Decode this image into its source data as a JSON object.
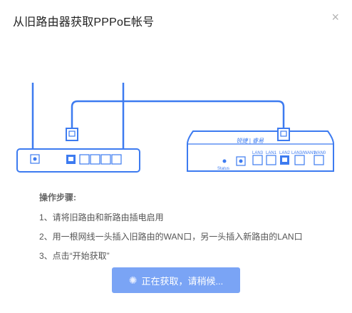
{
  "dialog": {
    "title": "从旧路由器获取PPPoE帐号",
    "close_icon": "close-icon",
    "close_glyph": "×"
  },
  "illustration": {
    "brand": "锐捷 | 睿易",
    "status_label": "Status",
    "ports": [
      "LAN3",
      "LAN1",
      "LAN2",
      "LAN3/WAN1",
      "WAN0"
    ],
    "accent_color": "#3d7bf0"
  },
  "steps": {
    "heading": "操作步骤:",
    "items": [
      "1、请将旧路由和新路由插电启用",
      "2、用一根网线一头插入旧路由的WAN口，另一头插入新路由的LAN口",
      "3、点击“开始获取”"
    ]
  },
  "action": {
    "button_label": "正在获取，请稍候...",
    "spinner_icon": "spinner-icon",
    "spinner_glyph": "✺",
    "button_color": "#7aa4f5"
  }
}
